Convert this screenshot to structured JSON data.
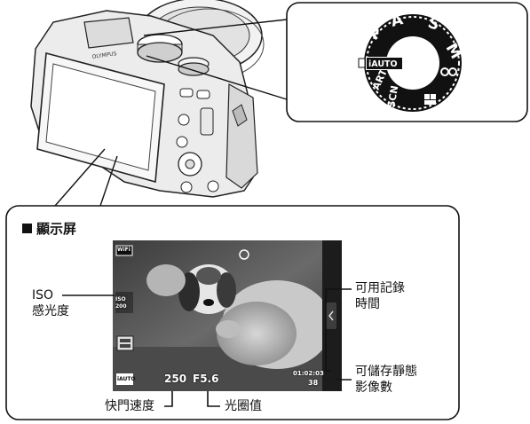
{
  "dial": {
    "modes": [
      "P",
      "A",
      "S",
      "M",
      "ART",
      "SCN"
    ],
    "iauto_label": "iAUTO"
  },
  "screen_section": {
    "title": "顯示屏"
  },
  "monitor": {
    "wifi_badge": "WiFi",
    "iso_readout": "ISO 200",
    "iauto_badge": "iAUTO",
    "shutter_value": "250",
    "aperture_value": "F5.6",
    "recording_time": "01:02:03",
    "shots_remaining": "38"
  },
  "callouts": {
    "iso_line1": "ISO",
    "iso_line2": "感光度",
    "recording_line1": "可用記錄",
    "recording_line2": "時間",
    "storable_line1": "可儲存靜態",
    "storable_line2": "影像數",
    "shutter": "快門速度",
    "aperture": "光圈值"
  }
}
